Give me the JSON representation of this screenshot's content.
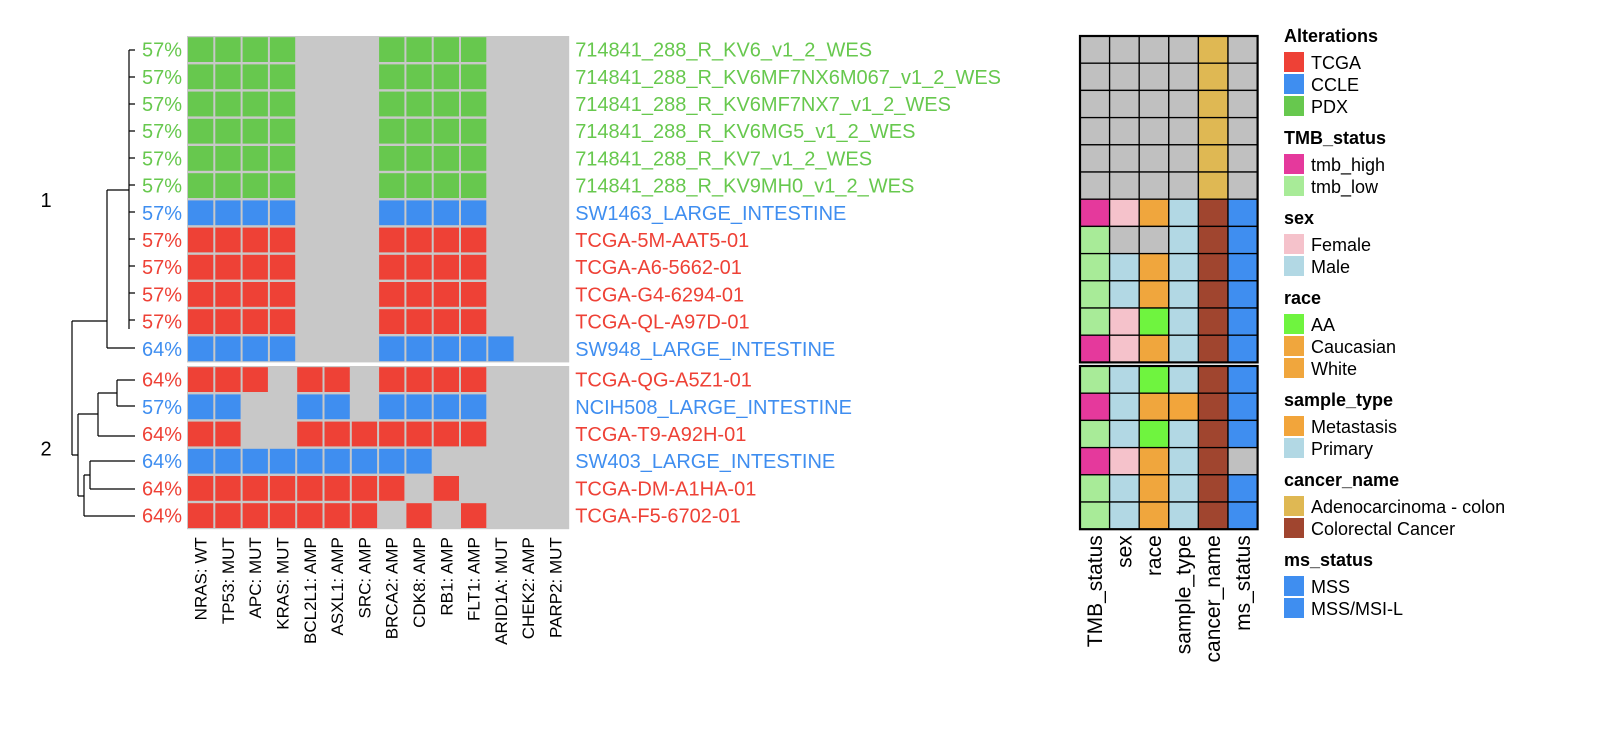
{
  "chart_data": {
    "type": "heatmap",
    "title": "",
    "columns": [
      "NRAS: WT",
      "TP53: MUT",
      "APC: MUT",
      "KRAS: MUT",
      "BCL2L1: AMP",
      "ASXL1: AMP",
      "SRC: AMP",
      "BRCA2: AMP",
      "CDK8: AMP",
      "RB1: AMP",
      "FLT1: AMP",
      "ARID1A: MUT",
      "CHEK2: AMP",
      "PARP2: MUT"
    ],
    "groups": [
      "1",
      "2"
    ],
    "rows": [
      {
        "name": "714841_288_R_KV6_v1_2_WES",
        "pct": "57%",
        "source": "PDX",
        "group": 1,
        "cells": [
          1,
          1,
          1,
          1,
          0,
          0,
          0,
          1,
          1,
          1,
          1,
          0,
          0,
          0
        ],
        "tmb": "NA",
        "sex": "NA",
        "race": "NA",
        "sample_type": "NA",
        "cancer_name": "Adenocarcinoma - colon",
        "ms_status": "NA"
      },
      {
        "name": "714841_288_R_KV6MF7NX6M067_v1_2_WES",
        "pct": "57%",
        "source": "PDX",
        "group": 1,
        "cells": [
          1,
          1,
          1,
          1,
          0,
          0,
          0,
          1,
          1,
          1,
          1,
          0,
          0,
          0
        ],
        "tmb": "NA",
        "sex": "NA",
        "race": "NA",
        "sample_type": "NA",
        "cancer_name": "Adenocarcinoma - colon",
        "ms_status": "NA"
      },
      {
        "name": "714841_288_R_KV6MF7NX7_v1_2_WES",
        "pct": "57%",
        "source": "PDX",
        "group": 1,
        "cells": [
          1,
          1,
          1,
          1,
          0,
          0,
          0,
          1,
          1,
          1,
          1,
          0,
          0,
          0
        ],
        "tmb": "NA",
        "sex": "NA",
        "race": "NA",
        "sample_type": "NA",
        "cancer_name": "Adenocarcinoma - colon",
        "ms_status": "NA"
      },
      {
        "name": "714841_288_R_KV6MG5_v1_2_WES",
        "pct": "57%",
        "source": "PDX",
        "group": 1,
        "cells": [
          1,
          1,
          1,
          1,
          0,
          0,
          0,
          1,
          1,
          1,
          1,
          0,
          0,
          0
        ],
        "tmb": "NA",
        "sex": "NA",
        "race": "NA",
        "sample_type": "NA",
        "cancer_name": "Adenocarcinoma - colon",
        "ms_status": "NA"
      },
      {
        "name": "714841_288_R_KV7_v1_2_WES",
        "pct": "57%",
        "source": "PDX",
        "group": 1,
        "cells": [
          1,
          1,
          1,
          1,
          0,
          0,
          0,
          1,
          1,
          1,
          1,
          0,
          0,
          0
        ],
        "tmb": "NA",
        "sex": "NA",
        "race": "NA",
        "sample_type": "NA",
        "cancer_name": "Adenocarcinoma - colon",
        "ms_status": "NA"
      },
      {
        "name": "714841_288_R_KV9MH0_v1_2_WES",
        "pct": "57%",
        "source": "PDX",
        "group": 1,
        "cells": [
          1,
          1,
          1,
          1,
          0,
          0,
          0,
          1,
          1,
          1,
          1,
          0,
          0,
          0
        ],
        "tmb": "NA",
        "sex": "NA",
        "race": "NA",
        "sample_type": "NA",
        "cancer_name": "Adenocarcinoma - colon",
        "ms_status": "NA"
      },
      {
        "name": "SW1463_LARGE_INTESTINE",
        "pct": "57%",
        "source": "CCLE",
        "group": 1,
        "cells": [
          1,
          1,
          1,
          1,
          0,
          0,
          0,
          1,
          1,
          1,
          1,
          0,
          0,
          0
        ],
        "tmb": "tmb_high",
        "sex": "Female",
        "race": "White",
        "sample_type": "Primary",
        "cancer_name": "Colorectal Cancer",
        "ms_status": "MSS"
      },
      {
        "name": "TCGA-5M-AAT5-01",
        "pct": "57%",
        "source": "TCGA",
        "group": 1,
        "cells": [
          1,
          1,
          1,
          1,
          0,
          0,
          0,
          1,
          1,
          1,
          1,
          0,
          0,
          0
        ],
        "tmb": "tmb_low",
        "sex": "NA",
        "race": "NA",
        "sample_type": "Primary",
        "cancer_name": "Colorectal Cancer",
        "ms_status": "MSS"
      },
      {
        "name": "TCGA-A6-5662-01",
        "pct": "57%",
        "source": "TCGA",
        "group": 1,
        "cells": [
          1,
          1,
          1,
          1,
          0,
          0,
          0,
          1,
          1,
          1,
          1,
          0,
          0,
          0
        ],
        "tmb": "tmb_low",
        "sex": "Male",
        "race": "White",
        "sample_type": "Primary",
        "cancer_name": "Colorectal Cancer",
        "ms_status": "MSS"
      },
      {
        "name": "TCGA-G4-6294-01",
        "pct": "57%",
        "source": "TCGA",
        "group": 1,
        "cells": [
          1,
          1,
          1,
          1,
          0,
          0,
          0,
          1,
          1,
          1,
          1,
          0,
          0,
          0
        ],
        "tmb": "tmb_low",
        "sex": "Male",
        "race": "White",
        "sample_type": "Primary",
        "cancer_name": "Colorectal Cancer",
        "ms_status": "MSS"
      },
      {
        "name": "TCGA-QL-A97D-01",
        "pct": "57%",
        "source": "TCGA",
        "group": 1,
        "cells": [
          1,
          1,
          1,
          1,
          0,
          0,
          0,
          1,
          1,
          1,
          1,
          0,
          0,
          0
        ],
        "tmb": "tmb_low",
        "sex": "Female",
        "race": "AA",
        "sample_type": "Primary",
        "cancer_name": "Colorectal Cancer",
        "ms_status": "MSS"
      },
      {
        "name": "SW948_LARGE_INTESTINE",
        "pct": "64%",
        "source": "CCLE",
        "group": 1,
        "cells": [
          1,
          1,
          1,
          1,
          0,
          0,
          0,
          1,
          1,
          1,
          1,
          1,
          0,
          0
        ],
        "tmb": "tmb_high",
        "sex": "Female",
        "race": "White",
        "sample_type": "Primary",
        "cancer_name": "Colorectal Cancer",
        "ms_status": "MSS"
      },
      {
        "name": "TCGA-QG-A5Z1-01",
        "pct": "64%",
        "source": "TCGA",
        "group": 2,
        "cells": [
          1,
          1,
          1,
          0,
          1,
          1,
          0,
          1,
          1,
          1,
          1,
          0,
          0,
          0
        ],
        "tmb": "tmb_low",
        "sex": "Male",
        "race": "AA",
        "sample_type": "Primary",
        "cancer_name": "Colorectal Cancer",
        "ms_status": "MSS"
      },
      {
        "name": "NCIH508_LARGE_INTESTINE",
        "pct": "57%",
        "source": "CCLE",
        "group": 2,
        "cells": [
          1,
          1,
          0,
          0,
          1,
          1,
          0,
          1,
          1,
          1,
          1,
          0,
          0,
          0
        ],
        "tmb": "tmb_high",
        "sex": "Male",
        "race": "White",
        "sample_type": "Metastasis",
        "cancer_name": "Colorectal Cancer",
        "ms_status": "MSS"
      },
      {
        "name": "TCGA-T9-A92H-01",
        "pct": "64%",
        "source": "TCGA",
        "group": 2,
        "cells": [
          1,
          1,
          0,
          0,
          1,
          1,
          1,
          1,
          1,
          1,
          1,
          0,
          0,
          0
        ],
        "tmb": "tmb_low",
        "sex": "Male",
        "race": "AA",
        "sample_type": "Primary",
        "cancer_name": "Colorectal Cancer",
        "ms_status": "MSS"
      },
      {
        "name": "SW403_LARGE_INTESTINE",
        "pct": "64%",
        "source": "CCLE",
        "group": 2,
        "cells": [
          1,
          1,
          1,
          1,
          1,
          1,
          1,
          1,
          1,
          0,
          0,
          0,
          0,
          0
        ],
        "tmb": "tmb_high",
        "sex": "Female",
        "race": "White",
        "sample_type": "Primary",
        "cancer_name": "Colorectal Cancer",
        "ms_status": "NA"
      },
      {
        "name": "TCGA-DM-A1HA-01",
        "pct": "64%",
        "source": "TCGA",
        "group": 2,
        "cells": [
          1,
          1,
          1,
          1,
          1,
          1,
          1,
          1,
          0,
          1,
          0,
          0,
          0,
          0
        ],
        "tmb": "tmb_low",
        "sex": "Male",
        "race": "White",
        "sample_type": "Primary",
        "cancer_name": "Colorectal Cancer",
        "ms_status": "MSS"
      },
      {
        "name": "TCGA-F5-6702-01",
        "pct": "64%",
        "source": "TCGA",
        "group": 2,
        "cells": [
          1,
          1,
          1,
          1,
          1,
          1,
          1,
          0,
          1,
          0,
          1,
          0,
          0,
          0
        ],
        "tmb": "tmb_low",
        "sex": "Male",
        "race": "White",
        "sample_type": "Primary",
        "cancer_name": "Colorectal Cancer",
        "ms_status": "MSS"
      }
    ],
    "annotation_columns": [
      "TMB_status",
      "sex",
      "race",
      "sample_type",
      "cancer_name",
      "ms_status"
    ],
    "annotation_keys": [
      "tmb",
      "sex",
      "race",
      "sample_type",
      "cancer_name",
      "ms_status"
    ],
    "legends": [
      {
        "title": "Alterations",
        "items": [
          {
            "label": "TCGA",
            "color": "#ee4136"
          },
          {
            "label": "CCLE",
            "color": "#3f8ef0"
          },
          {
            "label": "PDX",
            "color": "#67c84e"
          }
        ]
      },
      {
        "title": "TMB_status",
        "items": [
          {
            "label": "tmb_high",
            "color": "#e5399c"
          },
          {
            "label": "tmb_low",
            "color": "#a8eb98"
          }
        ]
      },
      {
        "title": "sex",
        "items": [
          {
            "label": "Female",
            "color": "#f5c2cb"
          },
          {
            "label": "Male",
            "color": "#b2d8e4"
          }
        ]
      },
      {
        "title": "race",
        "items": [
          {
            "label": "AA",
            "color": "#6ff43f"
          },
          {
            "label": "Caucasian",
            "color": "#f0a63d"
          },
          {
            "label": "White",
            "color": "#f0a63d"
          }
        ]
      },
      {
        "title": "sample_type",
        "items": [
          {
            "label": "Metastasis",
            "color": "#f2a53b"
          },
          {
            "label": "Primary",
            "color": "#b2d8e4"
          }
        ]
      },
      {
        "title": "cancer_name",
        "items": [
          {
            "label": "Adenocarcinoma - colon",
            "color": "#dfb853"
          },
          {
            "label": "Colorectal Cancer",
            "color": "#a0452f"
          }
        ]
      },
      {
        "title": "ms_status",
        "items": [
          {
            "label": "MSS",
            "color": "#3f8ef0"
          },
          {
            "label": "MSS/MSI-L",
            "color": "#3f8ef0"
          }
        ]
      }
    ],
    "colors": {
      "TCGA": "#ee4136",
      "CCLE": "#3f8ef0",
      "PDX": "#67c84e",
      "empty": "#c8c8c8",
      "NA": "#c0c0c0",
      "tmb_high": "#e5399c",
      "tmb_low": "#a8eb98",
      "Female": "#f5c2cb",
      "Male": "#b2d8e4",
      "AA": "#6ff43f",
      "Caucasian": "#f0a63d",
      "White": "#f0a63d",
      "Metastasis": "#f2a53b",
      "Primary": "#b2d8e4",
      "Adenocarcinoma - colon": "#dfb853",
      "Colorectal Cancer": "#a0452f",
      "MSS": "#3f8ef0",
      "MSS/MSI-L": "#3f8ef0"
    }
  }
}
